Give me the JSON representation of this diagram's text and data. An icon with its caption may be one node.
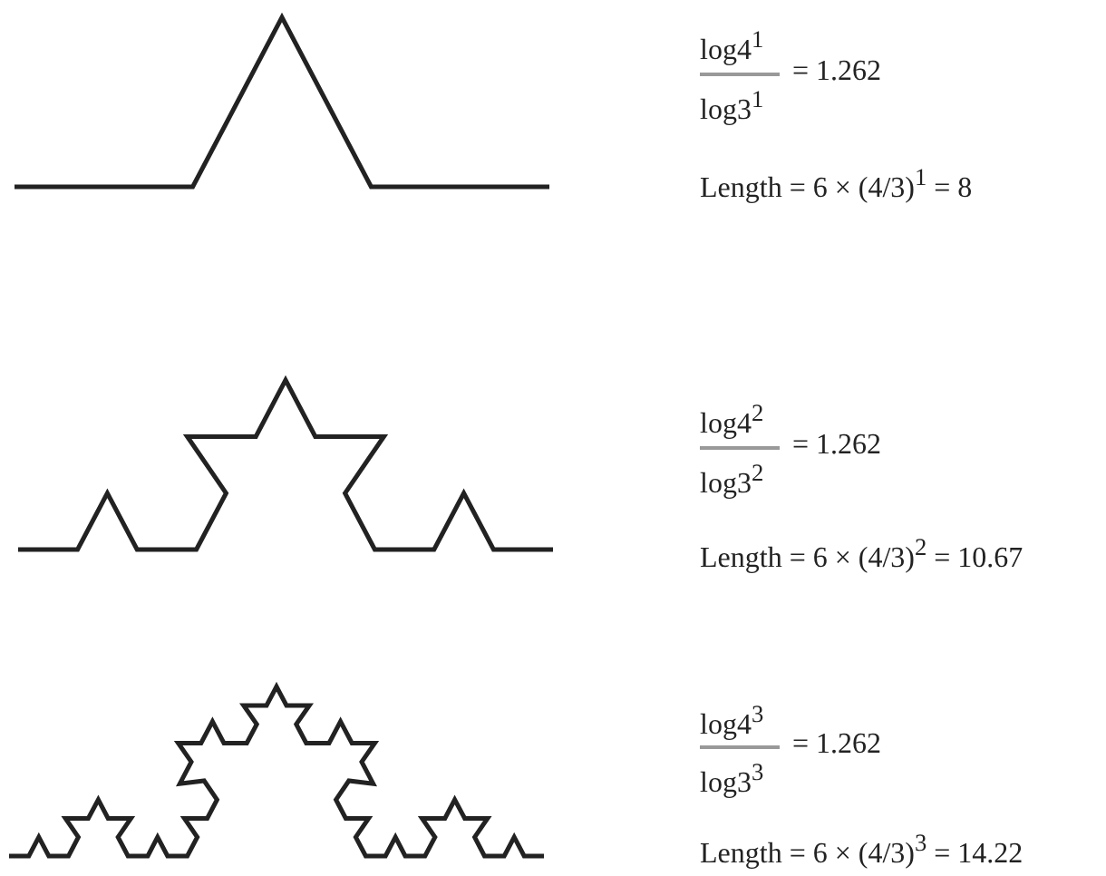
{
  "diagram": {
    "labels": [
      "log4$^{1}$",
      "log3$^{1}$",
      "= 1.262",
      "Length = 6 × (4/3)$^{1}$ = 8",
      "log4$^{2}$",
      "log3$^{2}$",
      "= 1.262",
      "Length = 6 × (4/3)$^{2}$ = 10.67",
      "log4$^{3}$",
      "log3$^{3}$",
      "= 1.262",
      "Length = 6 × (4/3)$^{3}$ = 14.22"
    ]
  }
}
